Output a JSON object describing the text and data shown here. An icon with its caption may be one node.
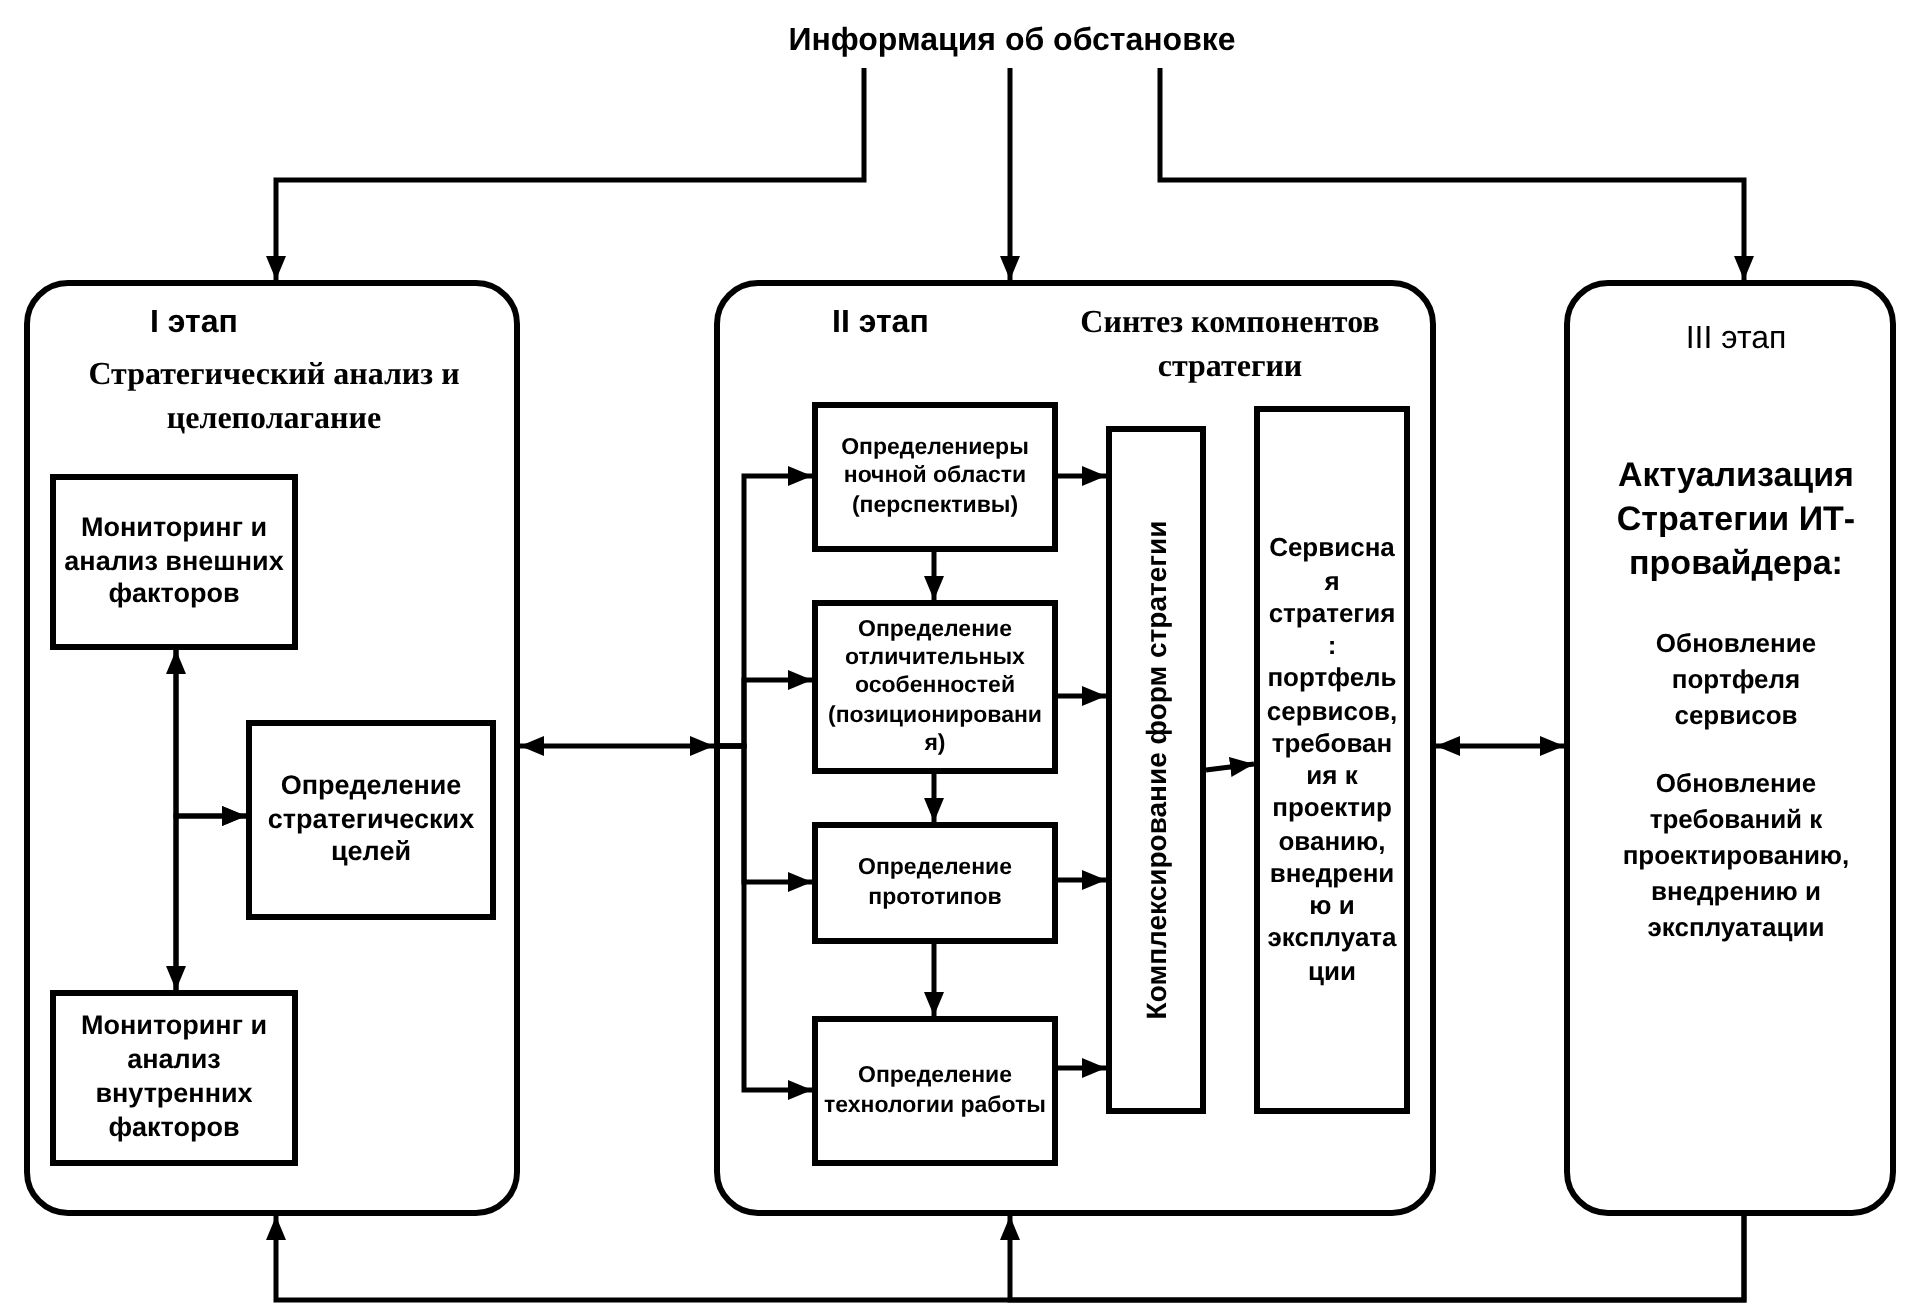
{
  "diagram": {
    "nodes": [
      {
        "text": [
          "Информация об обстановке"
        ]
      },
      {
        "text": [
          "I этап",
          "Стратегический анализ и целеполагание"
        ]
      },
      {
        "text": [
          "Мониторинг и анализ внешних факторов"
        ],
        "in": 1
      },
      {
        "text": [
          "Определение стратегических целей"
        ],
        "in": 1
      },
      {
        "text": [
          "Мониторинг и анализ внутренних факторов"
        ],
        "in": 1
      },
      {
        "text": [
          "II этап",
          "Синтез компонентов стратегии"
        ]
      },
      {
        "text": [
          "Определениеры ночной области (перспективы)"
        ],
        "in": 5
      },
      {
        "text": [
          "Определение отличительных особенностей (позиционирования)"
        ],
        "in": 5
      },
      {
        "text": [
          "Определение прототипов"
        ],
        "in": 5
      },
      {
        "text": [
          "Определение технологии работы"
        ],
        "in": 5
      },
      {
        "text": [
          "Комплексирование форм стратегии"
        ],
        "in": 5
      },
      {
        "text": [
          "Сервисная стратегия: портфель сервисов, требования к проектированию, внедрению и эксплуатации"
        ],
        "in": 5
      },
      {
        "text": [
          "III этап",
          "Актуализация Стратегии ИТ-провайдера:",
          "Обновление портфеля сервисов",
          "Обновление требований к проектированию, внедрению и эксплуатации"
        ]
      }
    ],
    "edges": [
      {
        "from": 0,
        "to": 1,
        "arrow": "to"
      },
      {
        "from": 0,
        "to": 5,
        "arrow": "to"
      },
      {
        "from": 0,
        "to": 12,
        "arrow": "to"
      },
      {
        "from": 12,
        "to": 1,
        "arrow": "to"
      },
      {
        "from": 12,
        "to": 5,
        "arrow": "to"
      },
      {
        "from": 2,
        "to": 4,
        "arrow": "both"
      },
      {
        "from": 2,
        "to": 3,
        "arrow": "to"
      },
      {
        "from": 4,
        "to": 3,
        "arrow": "to"
      },
      {
        "from": 1,
        "to": 5,
        "arrow": "both"
      },
      {
        "from": 5,
        "to": 6,
        "arrow": "to"
      },
      {
        "from": 5,
        "to": 7,
        "arrow": "to"
      },
      {
        "from": 5,
        "to": 8,
        "arrow": "to"
      },
      {
        "from": 5,
        "to": 9,
        "arrow": "to"
      },
      {
        "from": 6,
        "to": 7,
        "arrow": "to"
      },
      {
        "from": 7,
        "to": 8,
        "arrow": "to"
      },
      {
        "from": 8,
        "to": 9,
        "arrow": "to"
      },
      {
        "from": 6,
        "to": 10,
        "arrow": "to"
      },
      {
        "from": 7,
        "to": 10,
        "arrow": "to"
      },
      {
        "from": 8,
        "to": 10,
        "arrow": "to"
      },
      {
        "from": 9,
        "to": 10,
        "arrow": "to"
      },
      {
        "from": 10,
        "to": 11,
        "arrow": "to"
      },
      {
        "from": 5,
        "to": 12,
        "arrow": "both"
      }
    ]
  }
}
